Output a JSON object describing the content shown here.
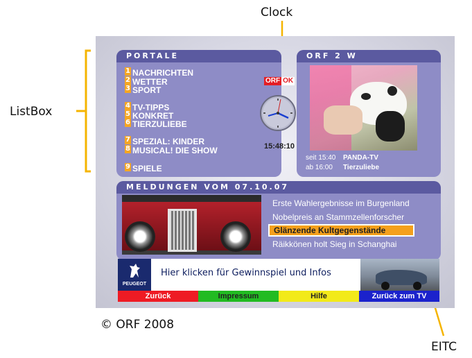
{
  "annotations": {
    "clock": "Clock",
    "listbox": "ListBox",
    "eitc": "EITC",
    "copyright": "© ORF 2008"
  },
  "portale": {
    "title": "PORTALE",
    "items": [
      {
        "num": "1",
        "label": "NACHRICHTEN"
      },
      {
        "num": "2",
        "label": "WETTER"
      },
      {
        "num": "3",
        "label": "SPORT"
      },
      {
        "num": "4",
        "label": "TV-TIPPS"
      },
      {
        "num": "5",
        "label": "KONKRET"
      },
      {
        "num": "6",
        "label": "TIERZULIEBE"
      },
      {
        "num": "7",
        "label": "SPEZIAL: KINDER"
      },
      {
        "num": "8",
        "label": "MUSICAL! DIE SHOW"
      },
      {
        "num": "9",
        "label": "SPIELE"
      }
    ]
  },
  "logo": {
    "orf": "ORF",
    "ok": "OK"
  },
  "clock": {
    "time": "15:48:10"
  },
  "tv": {
    "title": "ORF 2 W",
    "epg": [
      {
        "time": "seit 15:40",
        "show": "PANDA-TV"
      },
      {
        "time": "ab 16:00",
        "show": "Tierzuliebe"
      }
    ]
  },
  "news": {
    "title": "MELDUNGEN VOM 07.10.07",
    "items": [
      "Erste Wahlergebnisse im Burgenland",
      "Nobelpreis an Stammzellenforscher",
      "Glänzende Kultgegenstände",
      "Räikkönen holt Sieg in Schanghai"
    ],
    "selected_index": 2
  },
  "banner": {
    "brand": "PEUGEOT",
    "text": "Hier klicken für Gewinnspiel und Infos"
  },
  "buttons": [
    {
      "label": "Zurück",
      "color": "#ee1b24"
    },
    {
      "label": "Impressum",
      "color": "#22bb22"
    },
    {
      "label": "Hilfe",
      "color": "#f2ea1a"
    },
    {
      "label": "Zurück zum TV",
      "color": "#1b22cc"
    }
  ],
  "colors": {
    "accent_orange": "#f5a623",
    "callout": "#f5b400",
    "panel": "#8e8cc6",
    "panel_header": "#5b5aa0"
  }
}
